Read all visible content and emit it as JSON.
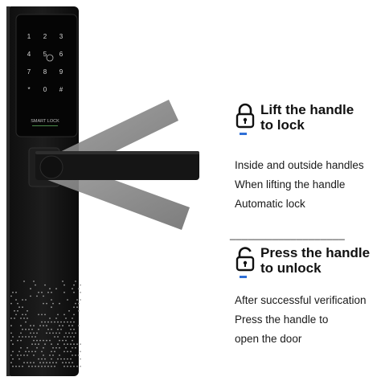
{
  "keypad": {
    "keys": [
      "1",
      "2",
      "3",
      "4",
      "5",
      "6",
      "7",
      "8",
      "9",
      "*",
      "0",
      "#"
    ],
    "brand": "SMART LOCK"
  },
  "feature_lock": {
    "title_line1": "Lift the handle",
    "title_line2": "to lock",
    "lines": [
      "Inside and outside handles",
      "When lifting the handle",
      "Automatic lock"
    ],
    "icon": "padlock-locked-icon"
  },
  "divider_text": "___________________",
  "feature_unlock": {
    "title_line1": "Press the handle",
    "title_line2": "to unlock",
    "lines": [
      "After successful verification",
      "Press the handle to",
      "open the door"
    ],
    "icon": "padlock-unlocked-icon"
  },
  "colors": {
    "accent": "#2f6fd6",
    "lock_body": "#141414",
    "handle_ghost": "#8a8a8a"
  }
}
